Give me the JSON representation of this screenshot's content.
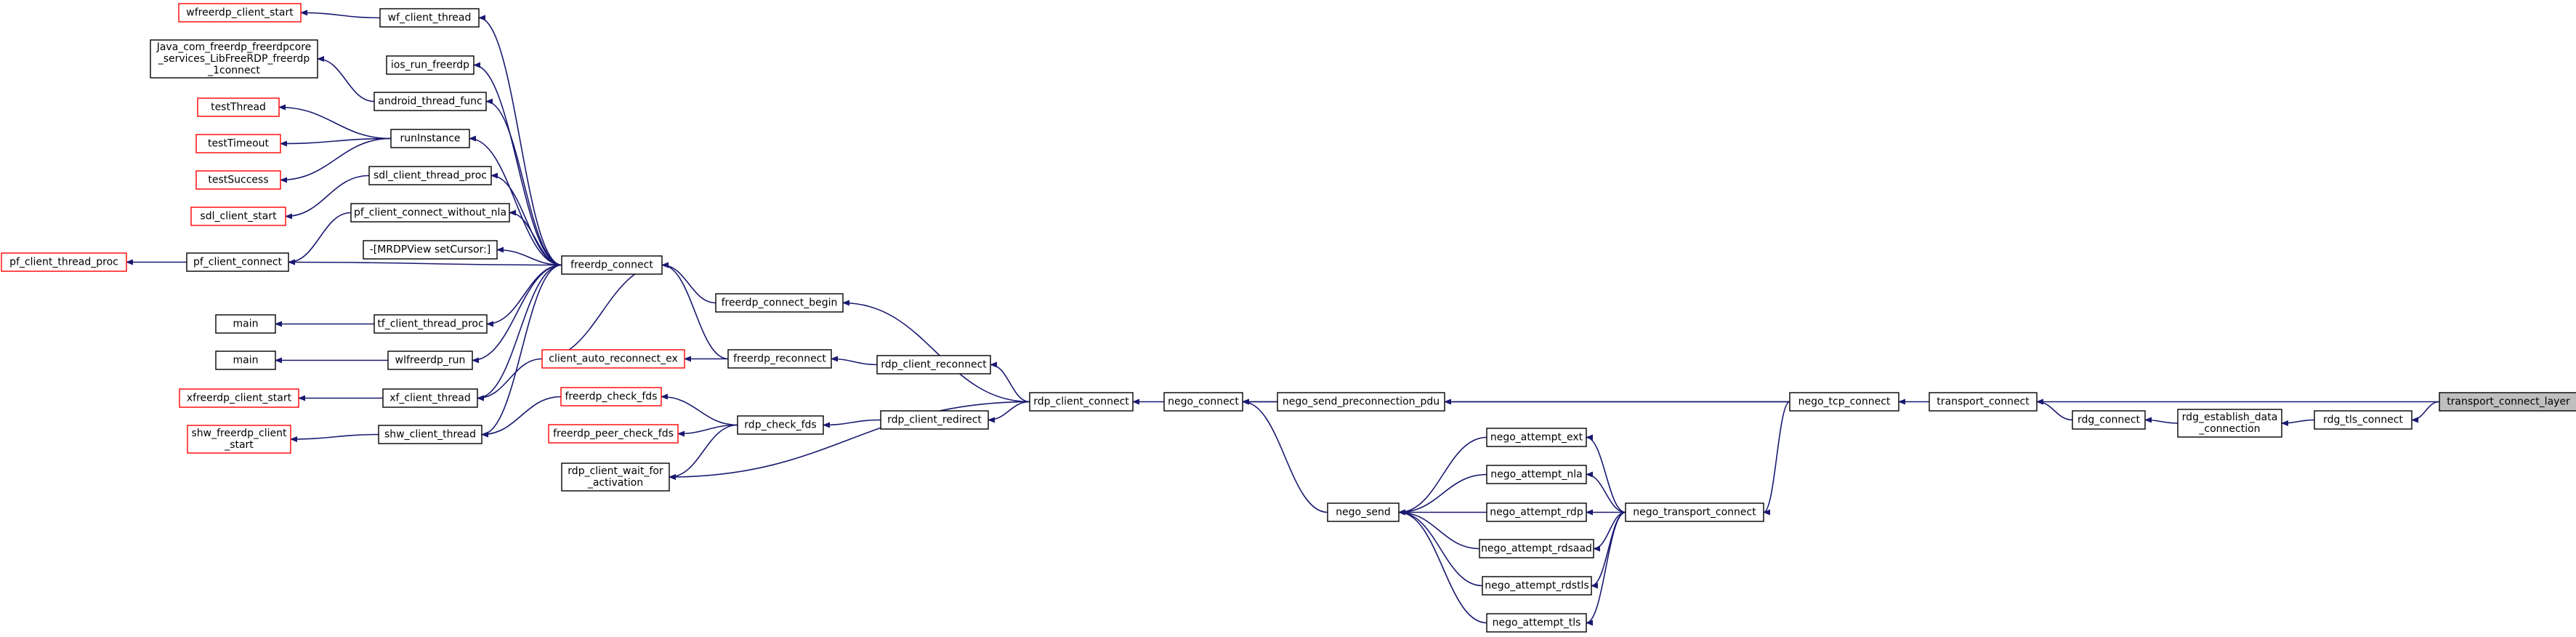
{
  "colors": {
    "edge": "#191970",
    "node_border": "#000000",
    "node_border_red": "#ff0000",
    "highlight_fill": "#bfbfbf",
    "background": "#ffffff"
  },
  "nodes": [
    {
      "id": "transport_connect_layer",
      "lines": [
        "transport_connect_layer"
      ],
      "style": "highlight"
    },
    {
      "id": "rdg_tls_connect",
      "lines": [
        "rdg_tls_connect"
      ],
      "style": "normal"
    },
    {
      "id": "rdg_establish_data_connection",
      "lines": [
        "rdg_establish_data",
        "_connection"
      ],
      "style": "normal"
    },
    {
      "id": "rdg_connect",
      "lines": [
        "rdg_connect"
      ],
      "style": "normal"
    },
    {
      "id": "transport_connect",
      "lines": [
        "transport_connect"
      ],
      "style": "normal"
    },
    {
      "id": "nego_tcp_connect",
      "lines": [
        "nego_tcp_connect"
      ],
      "style": "normal"
    },
    {
      "id": "nego_connect",
      "lines": [
        "nego_connect"
      ],
      "style": "normal"
    },
    {
      "id": "nego_send_preconnection_pdu",
      "lines": [
        "nego_send_preconnection_pdu"
      ],
      "style": "normal"
    },
    {
      "id": "nego_transport_connect",
      "lines": [
        "nego_transport_connect"
      ],
      "style": "normal"
    },
    {
      "id": "nego_attempt_ext",
      "lines": [
        "nego_attempt_ext"
      ],
      "style": "normal"
    },
    {
      "id": "nego_attempt_nla",
      "lines": [
        "nego_attempt_nla"
      ],
      "style": "normal"
    },
    {
      "id": "nego_attempt_rdp",
      "lines": [
        "nego_attempt_rdp"
      ],
      "style": "normal"
    },
    {
      "id": "nego_attempt_rdsaad",
      "lines": [
        "nego_attempt_rdsaad"
      ],
      "style": "normal"
    },
    {
      "id": "nego_attempt_rdstls",
      "lines": [
        "nego_attempt_rdstls"
      ],
      "style": "normal"
    },
    {
      "id": "nego_attempt_tls",
      "lines": [
        "nego_attempt_tls"
      ],
      "style": "normal"
    },
    {
      "id": "nego_send",
      "lines": [
        "nego_send"
      ],
      "style": "normal"
    },
    {
      "id": "rdp_client_connect",
      "lines": [
        "rdp_client_connect"
      ],
      "style": "normal"
    },
    {
      "id": "freerdp_connect_begin",
      "lines": [
        "freerdp_connect_begin"
      ],
      "style": "normal"
    },
    {
      "id": "rdp_client_reconnect",
      "lines": [
        "rdp_client_reconnect"
      ],
      "style": "normal"
    },
    {
      "id": "rdp_client_redirect",
      "lines": [
        "rdp_client_redirect"
      ],
      "style": "normal"
    },
    {
      "id": "freerdp_reconnect",
      "lines": [
        "freerdp_reconnect"
      ],
      "style": "normal"
    },
    {
      "id": "rdp_check_fds",
      "lines": [
        "rdp_check_fds"
      ],
      "style": "normal"
    },
    {
      "id": "rdp_client_wait_for_activation",
      "lines": [
        "rdp_client_wait_for",
        "_activation"
      ],
      "style": "normal"
    },
    {
      "id": "freerdp_connect",
      "lines": [
        "freerdp_connect"
      ],
      "style": "normal"
    },
    {
      "id": "client_auto_reconnect_ex",
      "lines": [
        "client_auto_reconnect_ex"
      ],
      "style": "red"
    },
    {
      "id": "freerdp_check_fds",
      "lines": [
        "freerdp_check_fds"
      ],
      "style": "red"
    },
    {
      "id": "freerdp_peer_check_fds",
      "lines": [
        "freerdp_peer_check_fds"
      ],
      "style": "red"
    },
    {
      "id": "wf_client_thread",
      "lines": [
        "wf_client_thread"
      ],
      "style": "normal"
    },
    {
      "id": "wfreerdp_client_start",
      "lines": [
        "wfreerdp_client_start"
      ],
      "style": "red"
    },
    {
      "id": "ios_run_freerdp",
      "lines": [
        "ios_run_freerdp"
      ],
      "style": "normal"
    },
    {
      "id": "android_thread_func",
      "lines": [
        "android_thread_func"
      ],
      "style": "normal"
    },
    {
      "id": "java_com_freerdp",
      "lines": [
        "Java_com_freerdp_freerdpcore",
        "_services_LibFreeRDP_freerdp",
        "_1connect"
      ],
      "style": "normal"
    },
    {
      "id": "runInstance",
      "lines": [
        "runInstance"
      ],
      "style": "normal"
    },
    {
      "id": "testThread",
      "lines": [
        "testThread"
      ],
      "style": "red"
    },
    {
      "id": "testTimeout",
      "lines": [
        "testTimeout"
      ],
      "style": "red"
    },
    {
      "id": "testSuccess",
      "lines": [
        "testSuccess"
      ],
      "style": "red"
    },
    {
      "id": "sdl_client_thread_proc",
      "lines": [
        "sdl_client_thread_proc"
      ],
      "style": "normal"
    },
    {
      "id": "sdl_client_start",
      "lines": [
        "sdl_client_start"
      ],
      "style": "red"
    },
    {
      "id": "pf_client_connect_without_nla",
      "lines": [
        "pf_client_connect_without_nla"
      ],
      "style": "normal"
    },
    {
      "id": "pf_client_connect",
      "lines": [
        "pf_client_connect"
      ],
      "style": "normal"
    },
    {
      "id": "pf_client_thread_proc",
      "lines": [
        "pf_client_thread_proc"
      ],
      "style": "red"
    },
    {
      "id": "mrdpview_setcursor",
      "lines": [
        "-[MRDPView setCursor:]"
      ],
      "style": "normal"
    },
    {
      "id": "tf_client_thread_proc",
      "lines": [
        "tf_client_thread_proc"
      ],
      "style": "normal"
    },
    {
      "id": "main_1",
      "lines": [
        "main"
      ],
      "style": "normal"
    },
    {
      "id": "wlfreerdp_run",
      "lines": [
        "wlfreerdp_run"
      ],
      "style": "normal"
    },
    {
      "id": "main_2",
      "lines": [
        "main"
      ],
      "style": "normal"
    },
    {
      "id": "xf_client_thread",
      "lines": [
        "xf_client_thread"
      ],
      "style": "normal"
    },
    {
      "id": "xfreerdp_client_start",
      "lines": [
        "xfreerdp_client_start"
      ],
      "style": "red"
    },
    {
      "id": "shw_client_thread",
      "lines": [
        "shw_client_thread"
      ],
      "style": "normal"
    },
    {
      "id": "shw_freerdp_client_start",
      "lines": [
        "shw_freerdp_client",
        "_start"
      ],
      "style": "red"
    }
  ],
  "edges": [
    {
      "from": "transport_connect_layer",
      "to": "rdg_tls_connect"
    },
    {
      "from": "transport_connect_layer",
      "to": "transport_connect"
    },
    {
      "from": "rdg_tls_connect",
      "to": "rdg_establish_data_connection"
    },
    {
      "from": "rdg_establish_data_connection",
      "to": "rdg_connect"
    },
    {
      "from": "rdg_connect",
      "to": "transport_connect"
    },
    {
      "from": "transport_connect",
      "to": "nego_tcp_connect"
    },
    {
      "from": "nego_tcp_connect",
      "to": "nego_connect"
    },
    {
      "from": "nego_tcp_connect",
      "to": "nego_send_preconnection_pdu"
    },
    {
      "from": "nego_tcp_connect",
      "to": "nego_transport_connect"
    },
    {
      "from": "nego_send_preconnection_pdu",
      "to": "nego_connect"
    },
    {
      "from": "nego_transport_connect",
      "to": "nego_attempt_ext"
    },
    {
      "from": "nego_transport_connect",
      "to": "nego_attempt_nla"
    },
    {
      "from": "nego_transport_connect",
      "to": "nego_attempt_rdp"
    },
    {
      "from": "nego_transport_connect",
      "to": "nego_attempt_rdsaad"
    },
    {
      "from": "nego_transport_connect",
      "to": "nego_attempt_rdstls"
    },
    {
      "from": "nego_transport_connect",
      "to": "nego_attempt_tls"
    },
    {
      "from": "nego_attempt_ext",
      "to": "nego_send"
    },
    {
      "from": "nego_attempt_nla",
      "to": "nego_send"
    },
    {
      "from": "nego_attempt_rdp",
      "to": "nego_send"
    },
    {
      "from": "nego_attempt_rdsaad",
      "to": "nego_send"
    },
    {
      "from": "nego_attempt_rdstls",
      "to": "nego_send"
    },
    {
      "from": "nego_attempt_tls",
      "to": "nego_send"
    },
    {
      "from": "nego_send",
      "to": "nego_connect"
    },
    {
      "from": "nego_connect",
      "to": "rdp_client_connect"
    },
    {
      "from": "rdp_client_connect",
      "to": "freerdp_connect_begin"
    },
    {
      "from": "rdp_client_connect",
      "to": "rdp_client_reconnect"
    },
    {
      "from": "rdp_client_connect",
      "to": "rdp_client_redirect"
    },
    {
      "from": "rdp_client_connect",
      "to": "rdp_client_wait_for_activation"
    },
    {
      "from": "freerdp_connect_begin",
      "to": "freerdp_connect"
    },
    {
      "from": "rdp_client_reconnect",
      "to": "freerdp_reconnect"
    },
    {
      "from": "rdp_client_redirect",
      "to": "rdp_check_fds"
    },
    {
      "from": "freerdp_reconnect",
      "to": "freerdp_connect"
    },
    {
      "from": "freerdp_reconnect",
      "to": "client_auto_reconnect_ex"
    },
    {
      "from": "rdp_check_fds",
      "to": "freerdp_check_fds"
    },
    {
      "from": "rdp_check_fds",
      "to": "freerdp_peer_check_fds"
    },
    {
      "from": "rdp_check_fds",
      "to": "rdp_client_wait_for_activation"
    },
    {
      "from": "freerdp_connect",
      "to": "wf_client_thread"
    },
    {
      "from": "freerdp_connect",
      "to": "ios_run_freerdp"
    },
    {
      "from": "freerdp_connect",
      "to": "android_thread_func"
    },
    {
      "from": "freerdp_connect",
      "to": "runInstance"
    },
    {
      "from": "freerdp_connect",
      "to": "sdl_client_thread_proc"
    },
    {
      "from": "freerdp_connect",
      "to": "pf_client_connect_without_nla"
    },
    {
      "from": "freerdp_connect",
      "to": "pf_client_connect"
    },
    {
      "from": "freerdp_connect",
      "to": "mrdpview_setcursor"
    },
    {
      "from": "freerdp_connect",
      "to": "tf_client_thread_proc"
    },
    {
      "from": "freerdp_connect",
      "to": "wlfreerdp_run"
    },
    {
      "from": "freerdp_connect",
      "to": "xf_client_thread"
    },
    {
      "from": "freerdp_connect",
      "to": "shw_client_thread"
    },
    {
      "from": "freerdp_connect",
      "to": "client_auto_reconnect_ex"
    },
    {
      "from": "client_auto_reconnect_ex",
      "to": "xf_client_thread"
    },
    {
      "from": "freerdp_check_fds",
      "to": "shw_client_thread"
    },
    {
      "from": "wf_client_thread",
      "to": "wfreerdp_client_start"
    },
    {
      "from": "android_thread_func",
      "to": "java_com_freerdp"
    },
    {
      "from": "runInstance",
      "to": "testThread"
    },
    {
      "from": "runInstance",
      "to": "testTimeout"
    },
    {
      "from": "runInstance",
      "to": "testSuccess"
    },
    {
      "from": "sdl_client_thread_proc",
      "to": "sdl_client_start"
    },
    {
      "from": "pf_client_connect_without_nla",
      "to": "pf_client_connect"
    },
    {
      "from": "pf_client_connect",
      "to": "pf_client_thread_proc"
    },
    {
      "from": "tf_client_thread_proc",
      "to": "main_1"
    },
    {
      "from": "wlfreerdp_run",
      "to": "main_2"
    },
    {
      "from": "xf_client_thread",
      "to": "xfreerdp_client_start"
    },
    {
      "from": "shw_client_thread",
      "to": "shw_freerdp_client_start"
    }
  ]
}
